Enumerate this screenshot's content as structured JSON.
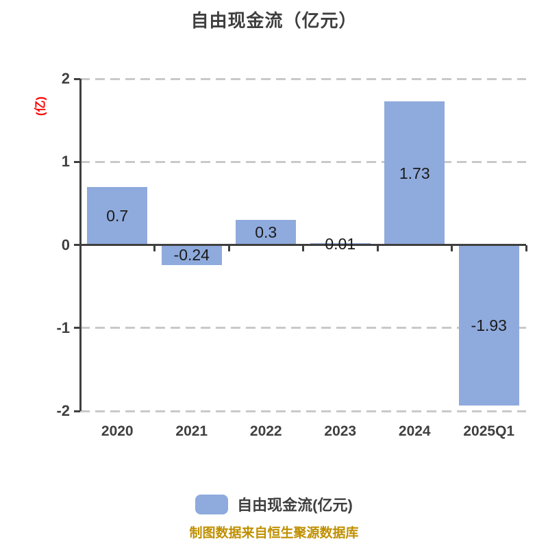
{
  "title": "自由现金流（亿元）",
  "y_axis_title": "(亿)",
  "footer": "制图数据来自恒生聚源数据库",
  "legend": {
    "label": "自由现金流(亿元)"
  },
  "colors": {
    "bar": "#8FAADC",
    "axis": "#3F3F3F",
    "gridline": "#C9C9C9",
    "data_label": "#1A1A1A",
    "y_axis_title": "#FF0000",
    "footer": "#BF8F00",
    "text": "#3F3F3F"
  },
  "chart_data": {
    "type": "bar",
    "title": "自由现金流（亿元）",
    "categories": [
      "2020",
      "2021",
      "2022",
      "2023",
      "2024",
      "2025Q1"
    ],
    "values": [
      0.7,
      -0.24,
      0.3,
      0.01,
      1.73,
      -1.93
    ],
    "series_name": "自由现金流(亿元)",
    "xlabel": "",
    "ylabel": "(亿)",
    "ylim": [
      -2,
      2
    ],
    "yticks": [
      2,
      1,
      0,
      -1,
      -2
    ],
    "grid": "horizontal-dashed",
    "legend_position": "bottom",
    "data_labels": "on"
  }
}
